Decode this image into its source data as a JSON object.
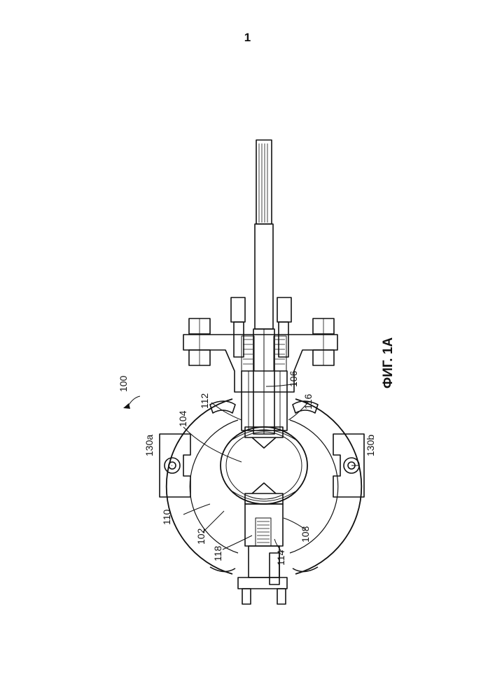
{
  "page": {
    "number": "1"
  },
  "figure": {
    "caption": "ФИГ. 1А",
    "assembly_label": "100",
    "reference_labels": {
      "r102": "102",
      "r104": "104",
      "r106": "106",
      "r108": "108",
      "r110": "110",
      "r112": "112",
      "r114": "114",
      "r116": "116",
      "r118": "118",
      "r130a": "130a",
      "r130b": "130b"
    }
  }
}
